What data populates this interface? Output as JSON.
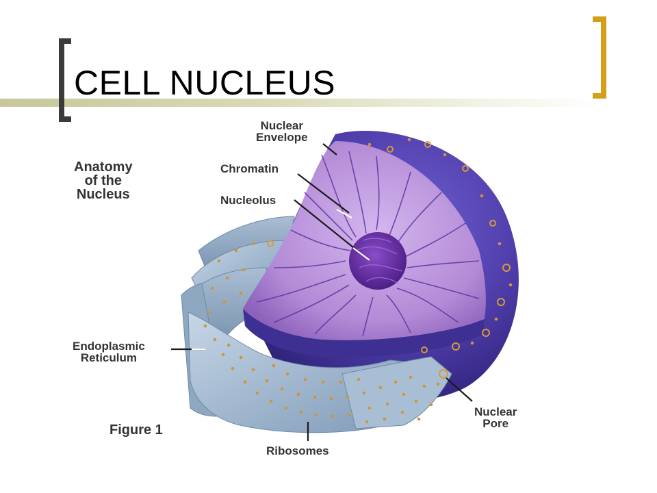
{
  "slide": {
    "title": "CELL NUCLEUS"
  },
  "figure": {
    "heading_line1": "Anatomy",
    "heading_line2": "of the",
    "heading_line3": "Nucleus",
    "caption": "Figure 1"
  },
  "labels": {
    "nuclear_envelope_1": "Nuclear",
    "nuclear_envelope_2": "Envelope",
    "chromatin": "Chromatin",
    "nucleolus": "Nucleolus",
    "er_1": "Endoplasmic",
    "er_2": "Reticulum",
    "ribosomes": "Ribosomes",
    "nuclear_pore_1": "Nuclear",
    "nuclear_pore_2": "Pore"
  },
  "colors": {
    "title_bracket": "#3b3b3b",
    "accent_bracket": "#d4a017",
    "envelope": "#4f3fa8",
    "nucleoplasm": "#b58fd6",
    "nucleolus": "#6b2fa8",
    "er": "#9fb6cf",
    "ribosome": "#d4923a"
  }
}
